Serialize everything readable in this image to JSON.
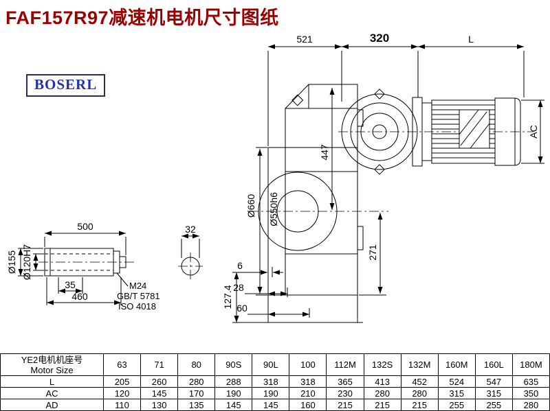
{
  "title": "FAF157R97减速机电机尺寸图纸",
  "logo": {
    "text": "BOSERL"
  },
  "dims": {
    "d521": "521",
    "d320": "320",
    "dL": "L",
    "dAC": "AC",
    "d447": "447",
    "d271": "271",
    "d660": "Ø660",
    "d550": "Ø550h6",
    "d500": "500",
    "d155": "Ø155",
    "d120": "Ø120H7",
    "d35": "35",
    "d460": "460",
    "m24": "M24",
    "gbt": "GB/T 5781",
    "iso": "ISO 4018",
    "d32": "32",
    "d6": "6",
    "d28": "28",
    "d60": "60",
    "d127": "127.4"
  },
  "table": {
    "header_cn": "YE2电机机座号",
    "header_en": "Motor Size",
    "sizes": [
      "63",
      "71",
      "80",
      "90S",
      "90L",
      "100",
      "112M",
      "132S",
      "132M",
      "160M",
      "160L",
      "180M"
    ],
    "rows": [
      {
        "label": "L",
        "values": [
          "205",
          "260",
          "280",
          "288",
          "318",
          "318",
          "365",
          "413",
          "452",
          "524",
          "547",
          "635"
        ]
      },
      {
        "label": "AC",
        "values": [
          "120",
          "145",
          "170",
          "190",
          "190",
          "210",
          "230",
          "280",
          "280",
          "315",
          "315",
          "350"
        ]
      },
      {
        "label": "AD",
        "values": [
          "110",
          "130",
          "135",
          "145",
          "145",
          "160",
          "215",
          "215",
          "215",
          "255",
          "255",
          "280"
        ]
      }
    ]
  }
}
